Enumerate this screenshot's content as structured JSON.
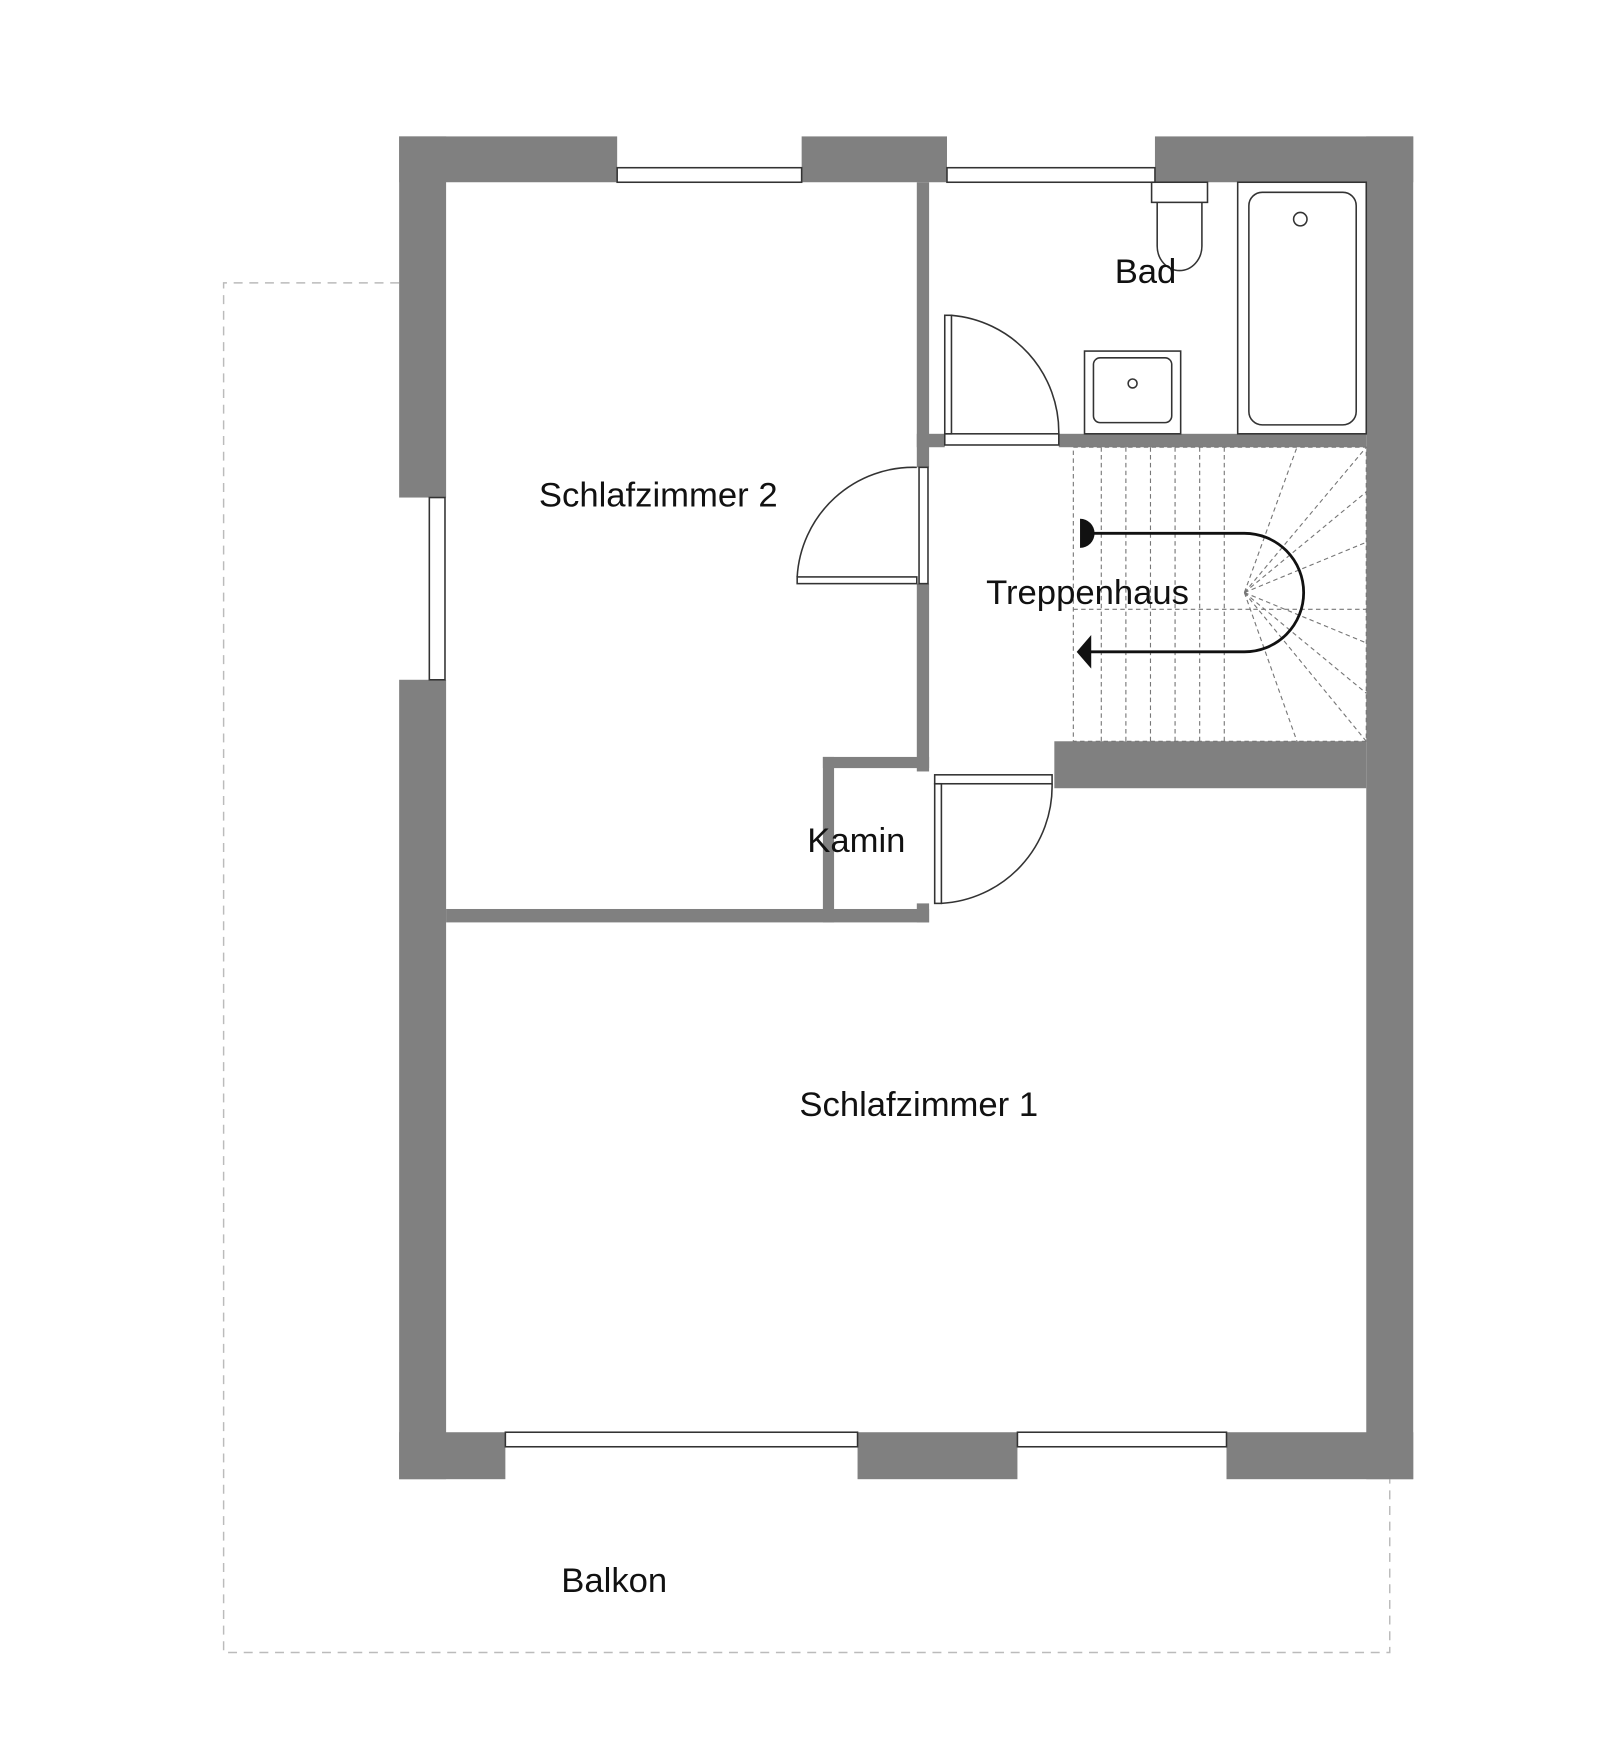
{
  "rooms": {
    "bedroom2": "Schlafzimmer 2",
    "bathroom": "Bad",
    "stairwell": "Treppenhaus",
    "chimney": "Kamin",
    "bedroom1": "Schlafzimmer 1",
    "balcony": "Balkon"
  },
  "colors": {
    "wall": "#808080",
    "line": "#333333",
    "balcony_outline": "#bbbbbb"
  }
}
